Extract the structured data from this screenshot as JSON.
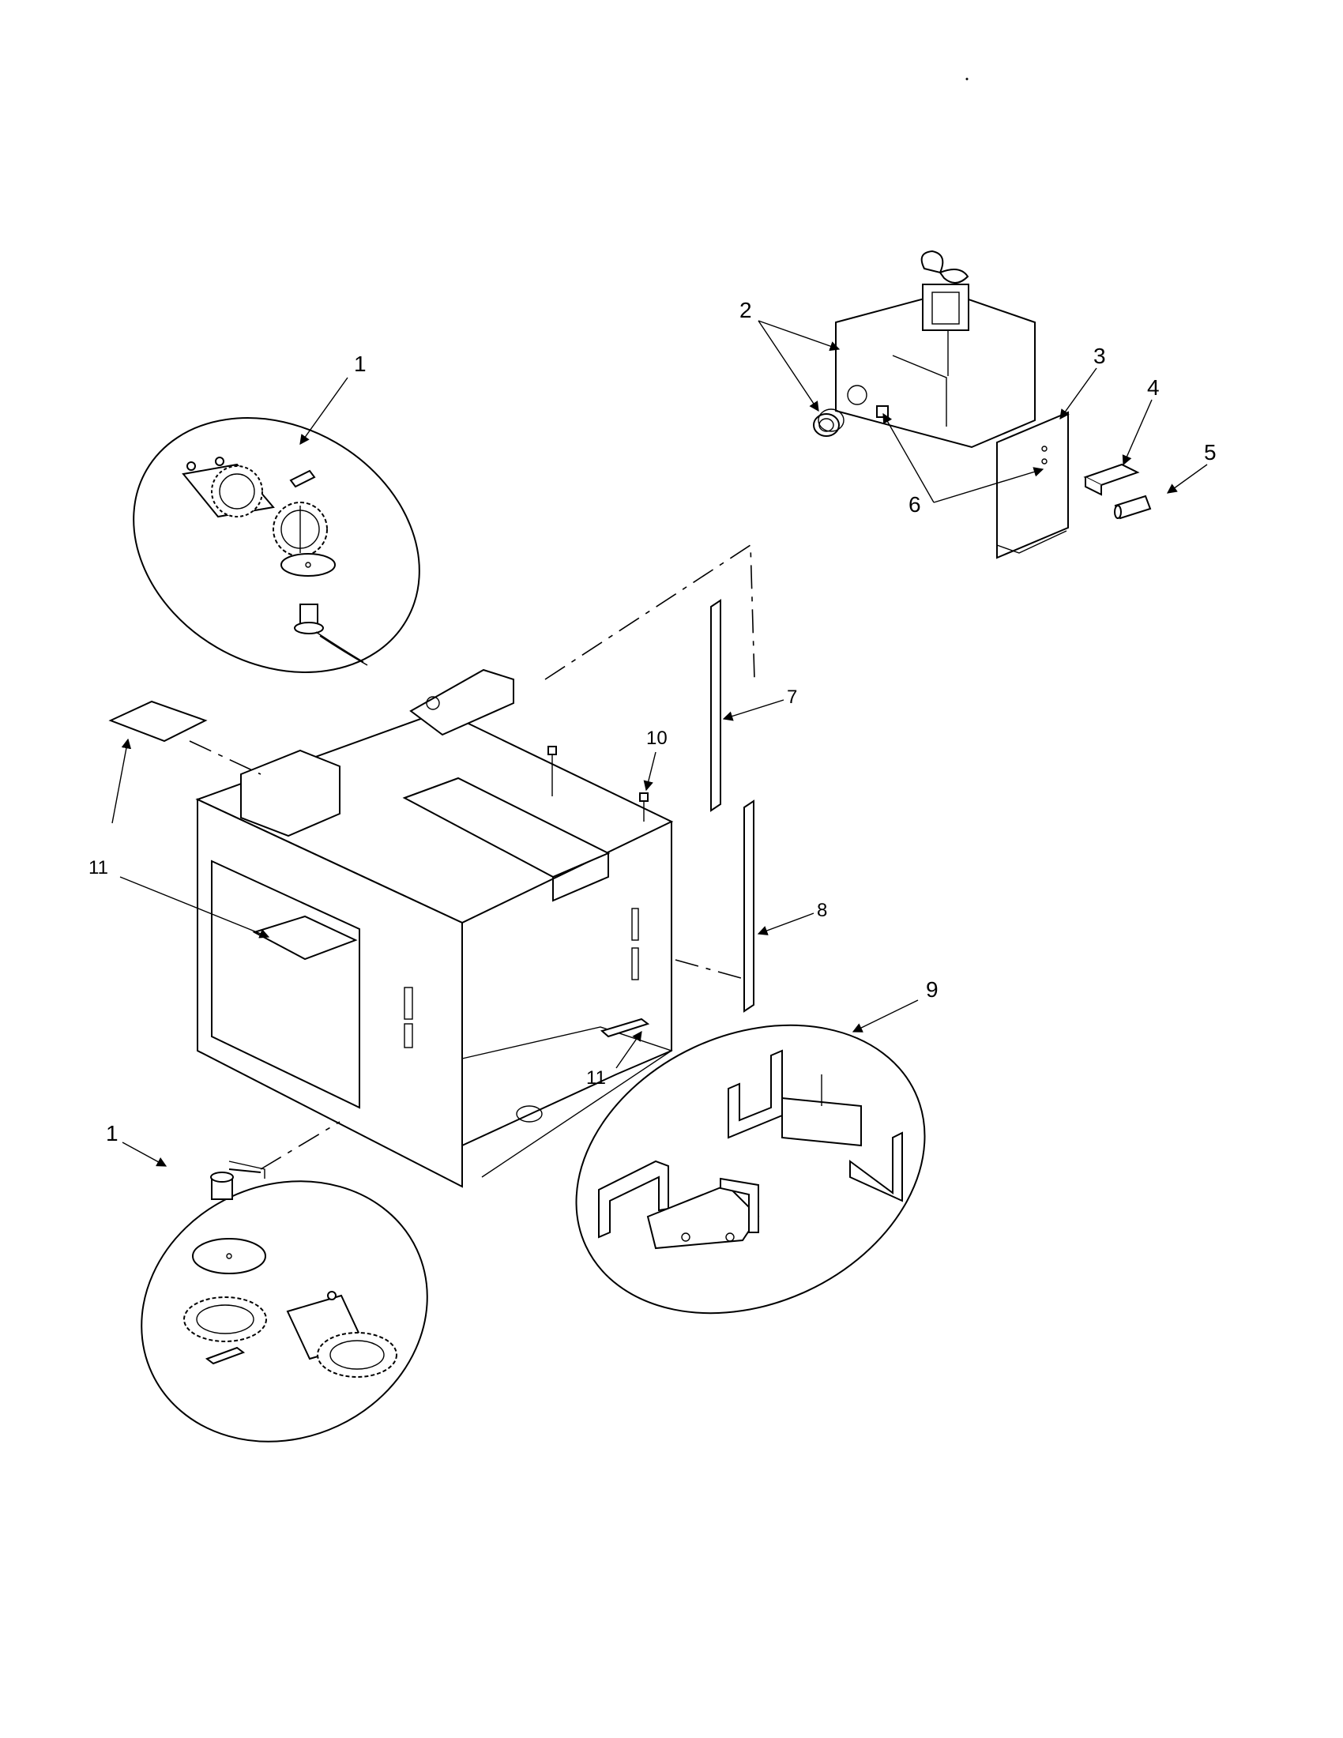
{
  "diagram": {
    "callouts": [
      {
        "id": "c1_top",
        "label": "1"
      },
      {
        "id": "c1_bottom",
        "label": "1"
      },
      {
        "id": "c2",
        "label": "2"
      },
      {
        "id": "c3",
        "label": "3"
      },
      {
        "id": "c4",
        "label": "4"
      },
      {
        "id": "c5",
        "label": "5"
      },
      {
        "id": "c6",
        "label": "6"
      },
      {
        "id": "c7",
        "label": "7"
      },
      {
        "id": "c8",
        "label": "8"
      },
      {
        "id": "c9",
        "label": "9"
      },
      {
        "id": "c10",
        "label": "10"
      },
      {
        "id": "c11_left",
        "label": "11"
      },
      {
        "id": "c11_bottom",
        "label": "11"
      }
    ]
  }
}
